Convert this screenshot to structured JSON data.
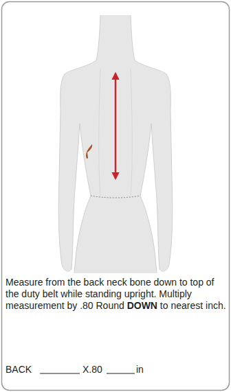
{
  "diagram": {
    "labels": [
      "Measure from the back neck bone down to top of the duty belt while standing upright. Multiply measurement by .80 Round DOWN to nearest inch.",
      "BACK",
      "X.80",
      "in"
    ]
  }
}
